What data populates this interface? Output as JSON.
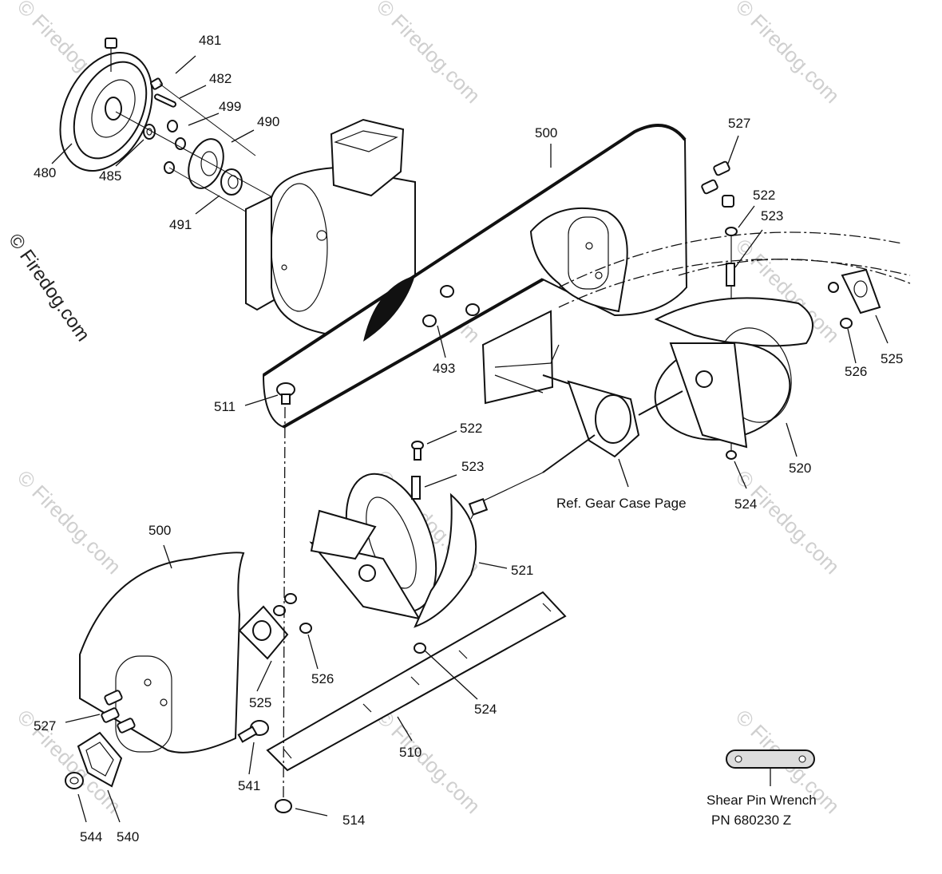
{
  "watermark": {
    "text": "© Firedog.com"
  },
  "side_watermark": {
    "text": "© Firedog.com"
  },
  "callouts": [
    {
      "id": "c481",
      "label": "481"
    },
    {
      "id": "c482",
      "label": "482"
    },
    {
      "id": "c499",
      "label": "499"
    },
    {
      "id": "c490",
      "label": "490"
    },
    {
      "id": "c480",
      "label": "480"
    },
    {
      "id": "c485",
      "label": "485"
    },
    {
      "id": "c491",
      "label": "491"
    },
    {
      "id": "c500a",
      "label": "500"
    },
    {
      "id": "c527a",
      "label": "527"
    },
    {
      "id": "c522a",
      "label": "522"
    },
    {
      "id": "c523a",
      "label": "523"
    },
    {
      "id": "c493",
      "label": "493"
    },
    {
      "id": "c511",
      "label": "511"
    },
    {
      "id": "c526a",
      "label": "526"
    },
    {
      "id": "c525a",
      "label": "525"
    },
    {
      "id": "c520",
      "label": "520"
    },
    {
      "id": "c524a",
      "label": "524"
    },
    {
      "id": "c522b",
      "label": "522"
    },
    {
      "id": "c523b",
      "label": "523"
    },
    {
      "id": "c521",
      "label": "521"
    },
    {
      "id": "c500b",
      "label": "500"
    },
    {
      "id": "c525b",
      "label": "525"
    },
    {
      "id": "c526b",
      "label": "526"
    },
    {
      "id": "c524b",
      "label": "524"
    },
    {
      "id": "c527b",
      "label": "527"
    },
    {
      "id": "c510",
      "label": "510"
    },
    {
      "id": "c541",
      "label": "541"
    },
    {
      "id": "c544",
      "label": "544"
    },
    {
      "id": "c540",
      "label": "540"
    },
    {
      "id": "c514",
      "label": "514"
    }
  ],
  "gear_case_ref": "Ref. Gear Case Page",
  "wrench": {
    "name": "Shear Pin Wrench",
    "part_number": "PN 680230 Z"
  }
}
